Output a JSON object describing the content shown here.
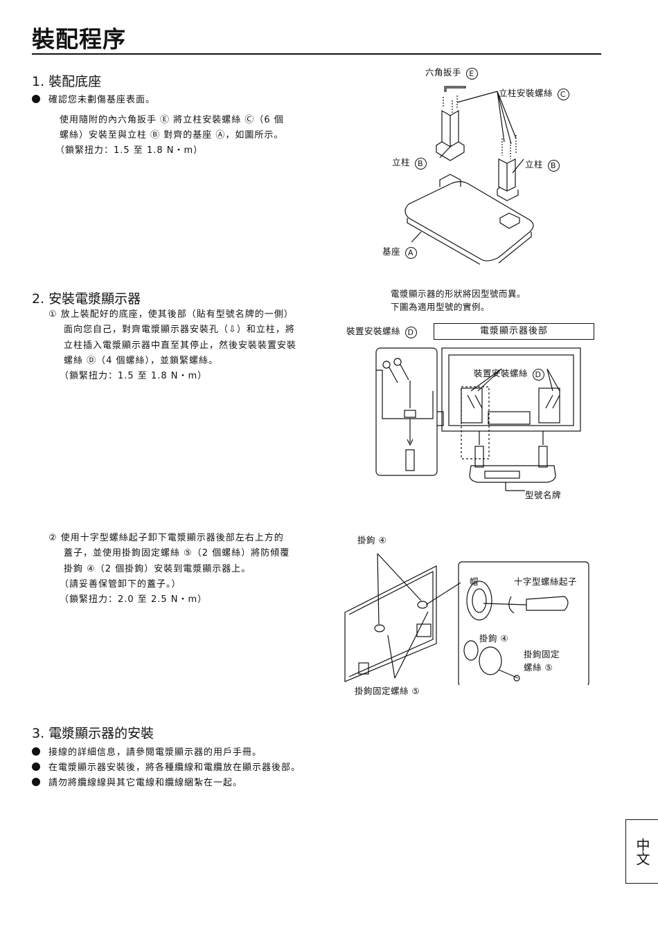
{
  "page": {
    "title": "裝配程序",
    "side_tab": "中文"
  },
  "section1": {
    "heading": "1. 裝配底座",
    "bullet": "確認您未劃傷基座表面。",
    "para_line1": "使用隨附的內六角扳手 Ⓔ 將立柱安裝螺絲 Ⓒ（6 個",
    "para_line2": "螺絲）安裝至與立柱 Ⓑ 對齊的基座 Ⓐ，如圖所示。",
    "para_line3": "（鎖緊扭力：1.5 至 1.8 N・m）",
    "fig": {
      "wrench": "六角扳手",
      "screws": "立柱安裝螺絲",
      "post_left": "立柱",
      "post_right": "立柱",
      "base": "基座",
      "letter_a": "A",
      "letter_b": "B",
      "letter_c": "C",
      "letter_e": "E"
    }
  },
  "section2": {
    "heading": "2. 安裝電漿顯示器",
    "note_line1": "電漿顯示器的形狀將因型號而異。",
    "note_line2": "下圖為適用型號的實例。",
    "step1_line1": "① 放上裝配好的底座，使其後部（貼有型號名牌的一側）",
    "step1_line2": "面向您自己，對齊電漿顯示器安裝孔（⇩）和立柱，將",
    "step1_line3": "立柱插入電漿顯示器中直至其停止，然後安裝裝置安裝",
    "step1_line4": "螺絲 Ⓓ（4 個螺絲），並鎖緊螺絲。",
    "step1_line5": "（鎖緊扭力：1.5 至 1.8 N・m）",
    "fig1": {
      "device_screw": "裝置安裝螺絲",
      "rear_box": "電漿顯示器後部",
      "device_screw_inner": "裝置安裝螺絲",
      "nameplate": "型號名牌",
      "letter_d": "D"
    },
    "step2_line1": "② 使用十字型螺絲起子卸下電漿顯示器後部左右上方的",
    "step2_line2": "蓋子，並使用掛鉤固定螺絲 ⑤（2 個螺絲）將防傾覆",
    "step2_line3": "掛鉤 ④（2 個掛鉤）安裝到電漿顯示器上。",
    "step2_line4": "（請妥善保管卸下的蓋子。）",
    "step2_line5": "（鎖緊扭力：2.0 至 2.5 N・m）",
    "fig2": {
      "hook": "掛鉤 ④",
      "hook_screw": "掛鉤固定螺絲 ⑤",
      "cap": "帽",
      "screwdriver": "十字型螺絲起子",
      "hook_inset": "掛鉤 ④",
      "fix_line1": "掛鉤固定",
      "fix_line2": "螺絲 ⑤"
    }
  },
  "section3": {
    "heading": "3. 電漿顯示器的安裝",
    "bullets": [
      "接線的詳細信息，請參閱電漿顯示器的用戶手冊。",
      "在電漿顯示器安裝後，將各種纜線和電纜放在顯示器後部。",
      "請勿將纜線線與其它電線和纜線綑紮在一起。"
    ]
  }
}
